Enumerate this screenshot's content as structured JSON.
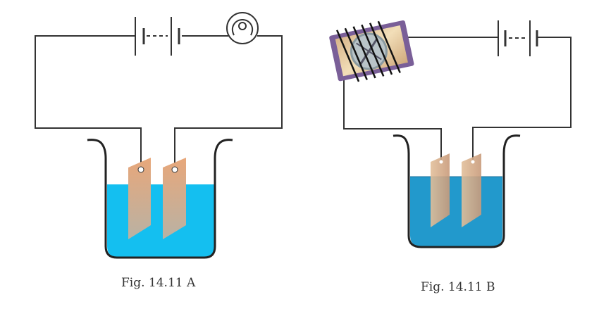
{
  "figures": [
    {
      "id": "A",
      "caption": "Fig. 14.11 A",
      "components": [
        "battery",
        "bulb",
        "beaker-with-solution",
        "electrode-plate-left",
        "electrode-plate-right"
      ],
      "solution_color": "#14bff0"
    },
    {
      "id": "B",
      "caption": "Fig. 14.11 B",
      "components": [
        "compass-in-coil",
        "battery",
        "beaker-with-solution",
        "electrode-plate-left",
        "electrode-plate-right"
      ],
      "solution_color": "#2299cc"
    }
  ],
  "colors": {
    "wire": "#333333",
    "copper": "#e8a87c",
    "coil_box": "#7a5f98"
  }
}
